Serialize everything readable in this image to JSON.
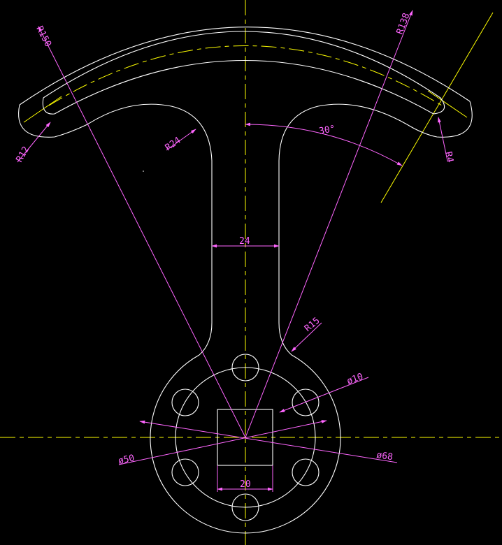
{
  "dimensions": {
    "r150": "R150",
    "r138": "R138",
    "r12": "R12",
    "r4": "R4",
    "r24": "R24",
    "angle": "30°",
    "width24": "24",
    "r15": "R15",
    "dia10": "ø10",
    "dia50": "ø50",
    "dia68": "ø68",
    "width20": "20"
  },
  "colors": {
    "background": "#000000",
    "outline": "#ffffff",
    "centerline": "#ffff00",
    "dimension": "#ff66ff"
  }
}
